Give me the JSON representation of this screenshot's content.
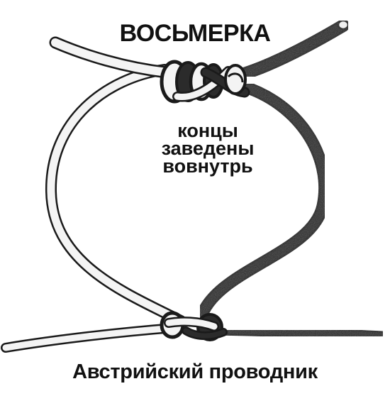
{
  "diagram": {
    "title": "ВОСЬМЕРКА",
    "note_lines": [
      "концы",
      "заведены",
      "вовнутрь"
    ],
    "caption": "Австрийский проводник"
  },
  "colors": {
    "background": "#ffffff",
    "outline": "#1a1a1a",
    "light_rope": "#f4f4f4",
    "dark_rope": "#2b2b2b",
    "text": "#111111"
  }
}
